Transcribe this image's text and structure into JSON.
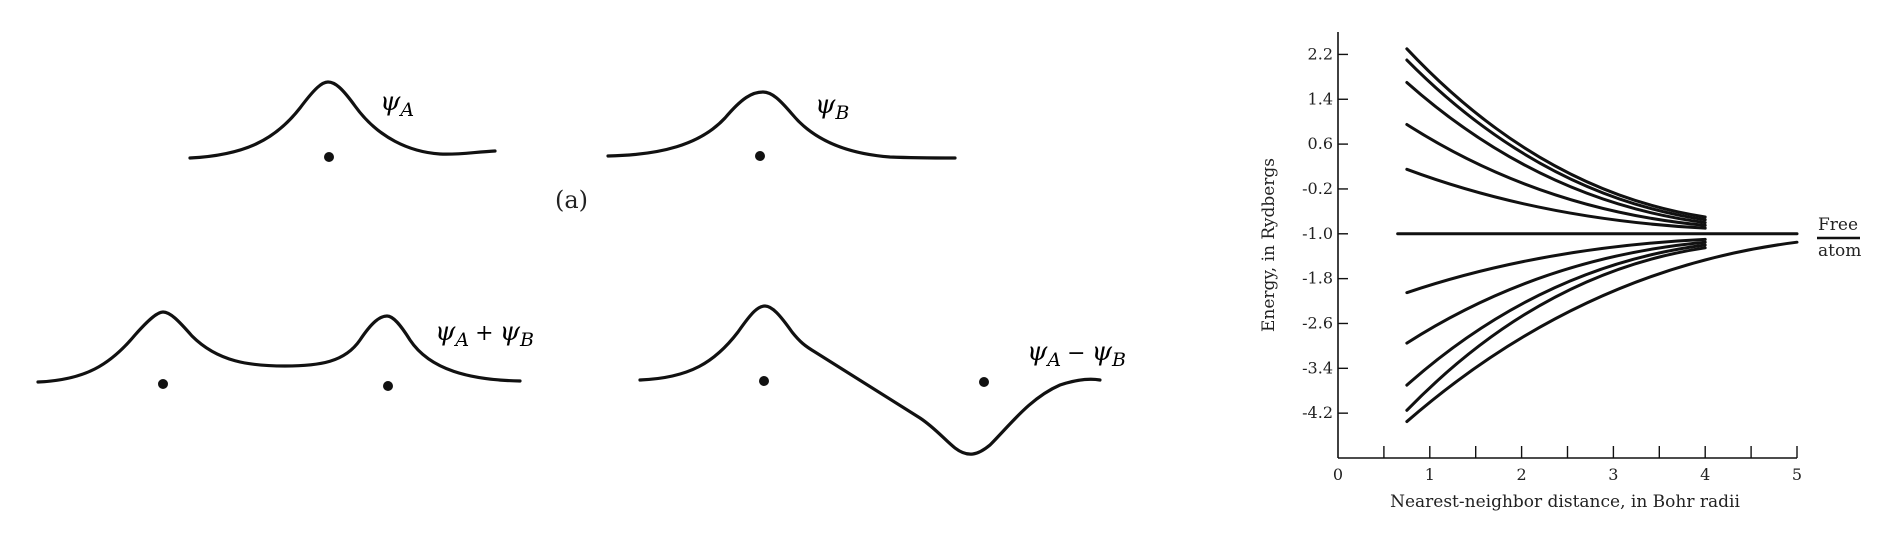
{
  "orbitals": {
    "panel_label": "(a)",
    "psi_a": {
      "symbol": "ψ",
      "sub": "A"
    },
    "psi_b": {
      "symbol": "ψ",
      "sub": "B"
    },
    "sum": {
      "symbol1": "ψ",
      "sub1": "A",
      "op": "+",
      "symbol2": "ψ",
      "sub2": "B"
    },
    "diff": {
      "symbol1": "ψ",
      "sub1": "A",
      "op": "−",
      "symbol2": "ψ",
      "sub2": "B"
    }
  },
  "chart_data": {
    "type": "line",
    "title": "",
    "xlabel": "Nearest-neighbor distance, in Bohr radii",
    "ylabel": "Energy, in Rydbergs",
    "xlim": [
      0,
      5
    ],
    "ylim": [
      -5.0,
      2.6
    ],
    "x_ticks": [
      0,
      1,
      2,
      3,
      4,
      5
    ],
    "x_tick_labels": [
      "0",
      "1",
      "2",
      "3",
      "4",
      "5"
    ],
    "y_ticks": [
      2.2,
      1.4,
      0.6,
      -0.2,
      -1.0,
      -1.8,
      -2.6,
      -3.4,
      -4.2
    ],
    "y_tick_labels": [
      "2.2",
      "1.4",
      "0.6",
      "-0.2",
      "-1.0",
      "-1.8",
      "-2.6",
      "-3.4",
      "-4.2"
    ],
    "grid": false,
    "annotation": {
      "line1": "Free",
      "line2": "atom",
      "y": -1.0
    },
    "series": [
      {
        "x": [
          0.75,
          4.0
        ],
        "y": [
          2.3,
          -0.7
        ]
      },
      {
        "x": [
          0.75,
          4.0
        ],
        "y": [
          2.1,
          -0.75
        ]
      },
      {
        "x": [
          0.75,
          4.0
        ],
        "y": [
          1.7,
          -0.8
        ]
      },
      {
        "x": [
          0.75,
          4.0
        ],
        "y": [
          0.95,
          -0.85
        ]
      },
      {
        "x": [
          0.75,
          4.0
        ],
        "y": [
          0.15,
          -0.9
        ]
      },
      {
        "x": [
          0.65,
          5.0
        ],
        "y": [
          -1.0,
          -1.0
        ]
      },
      {
        "x": [
          0.75,
          4.0
        ],
        "y": [
          -2.05,
          -1.1
        ]
      },
      {
        "x": [
          0.75,
          4.0
        ],
        "y": [
          -2.95,
          -1.15
        ]
      },
      {
        "x": [
          0.75,
          4.0
        ],
        "y": [
          -3.7,
          -1.2
        ]
      },
      {
        "x": [
          0.75,
          4.0
        ],
        "y": [
          -4.15,
          -1.25
        ]
      },
      {
        "x": [
          0.75,
          5.0
        ],
        "y": [
          -4.35,
          -1.15
        ]
      }
    ]
  }
}
